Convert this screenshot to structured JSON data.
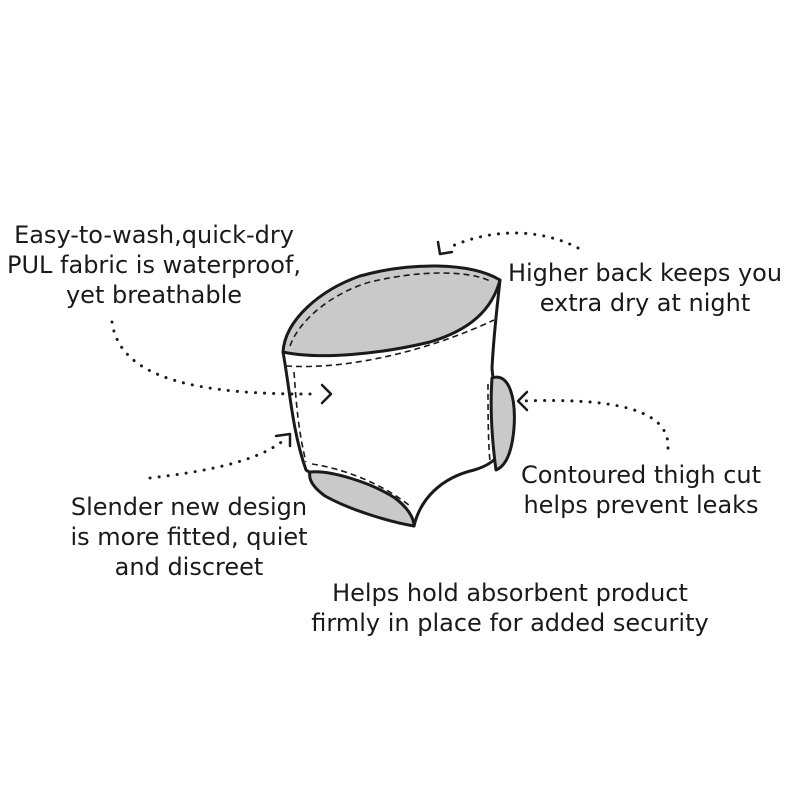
{
  "diagram": {
    "callouts": {
      "fabric": [
        "Easy-to-wash,quick-dry",
        "PUL fabric is waterproof,",
        "yet breathable"
      ],
      "back": [
        "Higher back keeps you",
        "extra dry at night"
      ],
      "thigh": [
        "Contoured thigh cut",
        "helps prevent leaks"
      ],
      "design": [
        "Slender new design",
        "is more fitted, quiet",
        "and discreet"
      ],
      "hold": [
        "Helps hold absorbent product",
        "firmly in place for added security"
      ]
    },
    "colors": {
      "ink": "#1a1a1a",
      "garment_fill": "#ffffff",
      "lining_fill": "#c9c9c9"
    }
  }
}
